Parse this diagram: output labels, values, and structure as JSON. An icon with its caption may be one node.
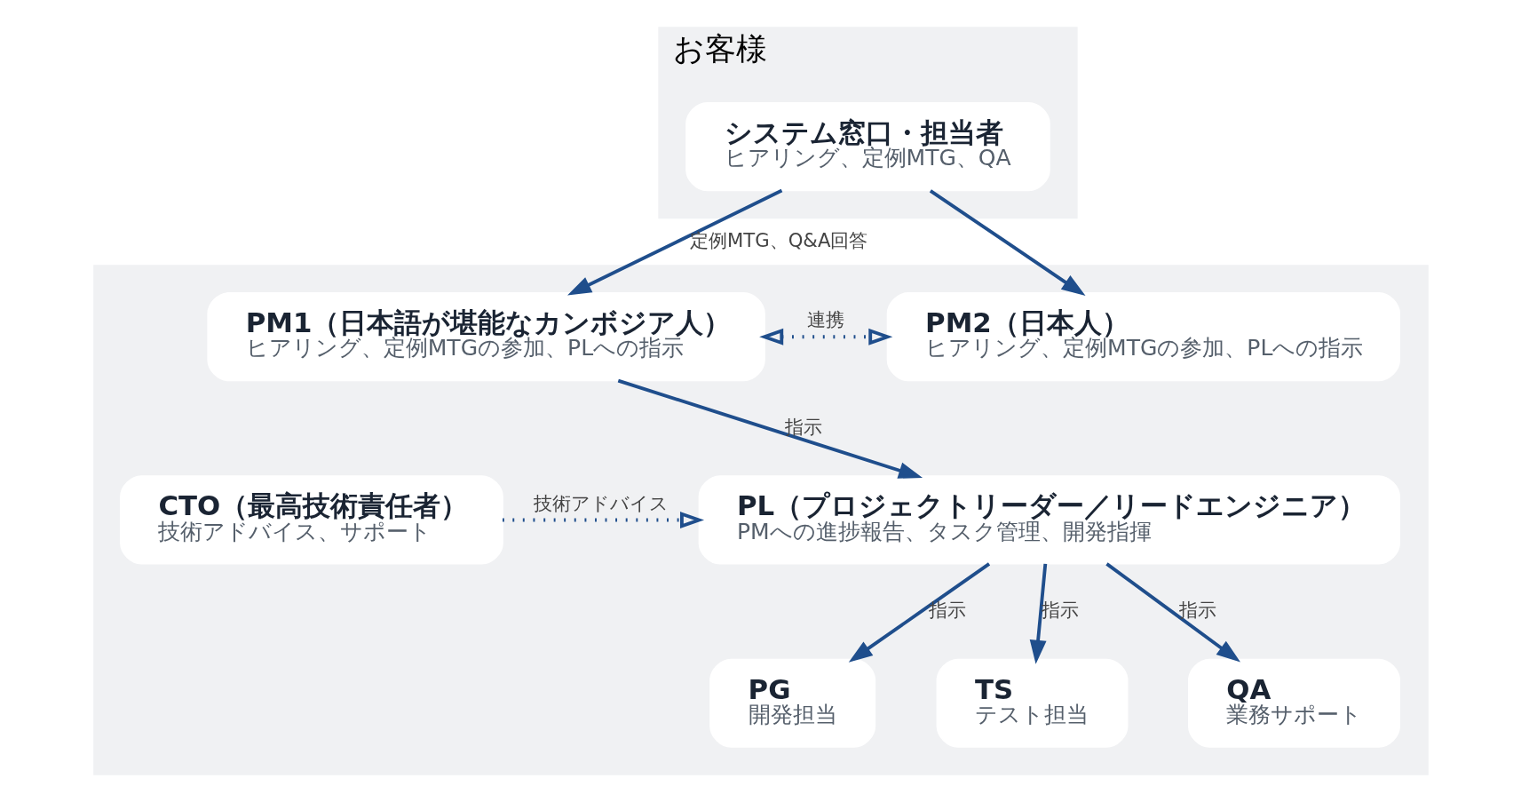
{
  "diagram": {
    "nodes": [
      {
        "text": [
          "お客様"
        ]
      },
      {
        "text": [
          "システム窓口・担当者",
          "ヒアリング、定例MTG、QA"
        ],
        "in": 0
      },
      {
        "text": [],
        "shape": "box"
      },
      {
        "text": [
          "PM1（日本語が堪能なカンボジア人）",
          "ヒアリング、定例MTGの参加、PLへの指示"
        ],
        "in": 2
      },
      {
        "text": [
          "PM2（日本人）",
          "ヒアリング、定例MTGの参加、PLへの指示"
        ],
        "in": 2
      },
      {
        "text": [
          "PL（プロジェクトリーダー／リードエンジニア）",
          "PMへの進捗報告、タスク管理、開発指揮"
        ],
        "in": 2
      },
      {
        "text": [
          "CTO（最高技術責任者）",
          "技術アドバイス、サポート"
        ],
        "in": 2
      },
      {
        "text": [
          "PG",
          "開発担当"
        ],
        "in": 2
      },
      {
        "text": [
          "TS",
          "テスト担当"
        ],
        "in": 2
      },
      {
        "text": [
          "QA",
          "業務サポート"
        ],
        "in": 2
      }
    ],
    "edges": [
      {
        "from": 1,
        "to": 3,
        "arrow": "to",
        "label": "定例MTG、Q&A回答"
      },
      {
        "from": 1,
        "to": 4,
        "arrow": "to"
      },
      {
        "from": 3,
        "to": 4,
        "arrow": "both",
        "style": "dashed",
        "label": "連携"
      },
      {
        "from": 3,
        "to": 5,
        "arrow": "to",
        "label": "指示"
      },
      {
        "from": 6,
        "to": 5,
        "arrow": "to",
        "style": "dashed",
        "label": "技術アドバイス"
      },
      {
        "from": 5,
        "to": 7,
        "arrow": "to",
        "label": "指示"
      },
      {
        "from": 5,
        "to": 8,
        "arrow": "to",
        "label": "指示"
      },
      {
        "from": 5,
        "to": 9,
        "arrow": "to",
        "label": "指示"
      }
    ]
  }
}
